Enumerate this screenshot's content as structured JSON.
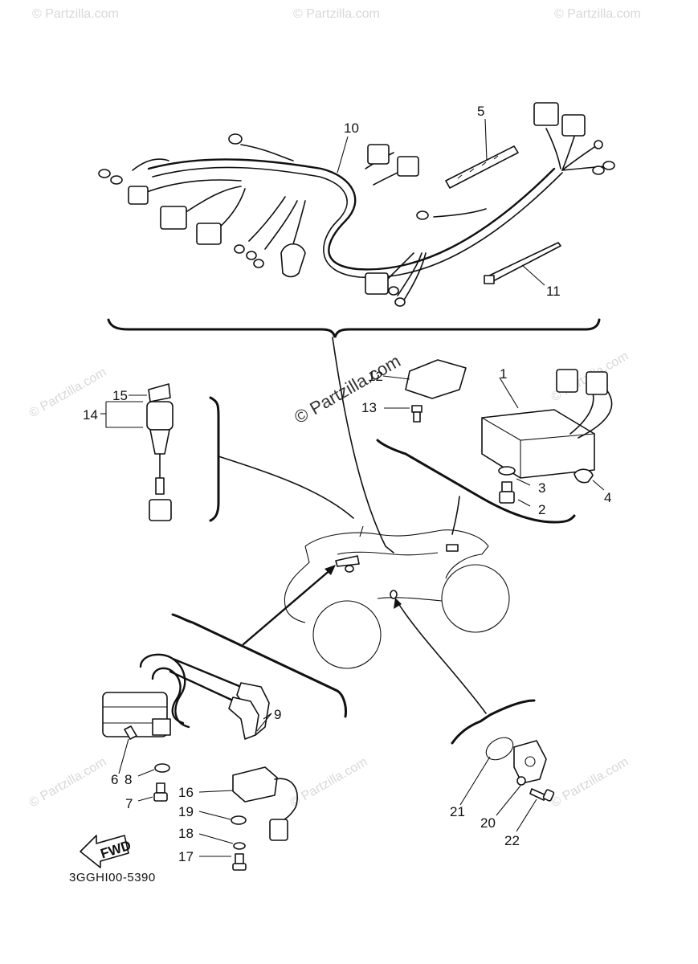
{
  "diagram_code": "3GGHI00-5390",
  "watermark": {
    "small": "© Partzilla.com",
    "large": "© Partzilla.com"
  },
  "fwd_label": "FWD",
  "callouts": [
    {
      "id": "1",
      "text": "1"
    },
    {
      "id": "2",
      "text": "2"
    },
    {
      "id": "3",
      "text": "3"
    },
    {
      "id": "4",
      "text": "4"
    },
    {
      "id": "5",
      "text": "5"
    },
    {
      "id": "6",
      "text": "6"
    },
    {
      "id": "7",
      "text": "7"
    },
    {
      "id": "8",
      "text": "8"
    },
    {
      "id": "9",
      "text": "9"
    },
    {
      "id": "10",
      "text": "10"
    },
    {
      "id": "11",
      "text": "11"
    },
    {
      "id": "12",
      "text": "12"
    },
    {
      "id": "13",
      "text": "13"
    },
    {
      "id": "14",
      "text": "14"
    },
    {
      "id": "15",
      "text": "15"
    },
    {
      "id": "16",
      "text": "16"
    },
    {
      "id": "17",
      "text": "17"
    },
    {
      "id": "18",
      "text": "18"
    },
    {
      "id": "19",
      "text": "19"
    },
    {
      "id": "20",
      "text": "20"
    },
    {
      "id": "21",
      "text": "21"
    },
    {
      "id": "22",
      "text": "22"
    }
  ]
}
